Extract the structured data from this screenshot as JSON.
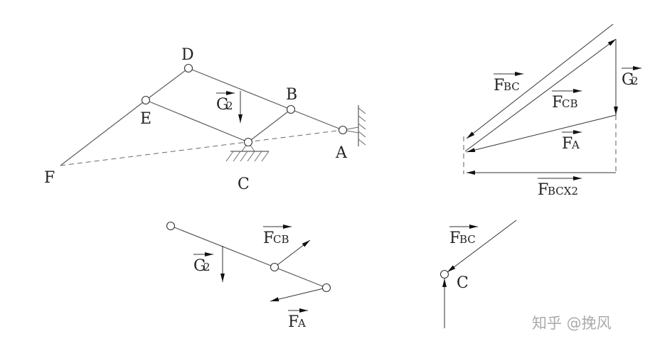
{
  "mechanism": {
    "points": {
      "D": "D",
      "E": "E",
      "B": "B",
      "A": "A",
      "C": "C",
      "F": "F"
    },
    "load": {
      "main": "G",
      "subscript": "2"
    }
  },
  "force_triangle": {
    "fbc": {
      "main": "F",
      "subscript": "BC"
    },
    "fcb": {
      "main": "F",
      "subscript": "CB"
    },
    "g2": {
      "main": "G",
      "subscript": "2"
    },
    "fa": {
      "main": "F",
      "subscript": "A"
    },
    "fbcx2": {
      "main": "F",
      "subscript": "BCX2"
    }
  },
  "member_fbd": {
    "fcb": {
      "main": "F",
      "subscript": "CB"
    },
    "g2": {
      "main": "G",
      "subscript": "2"
    },
    "fa": {
      "main": "F",
      "subscript": "A"
    }
  },
  "joint_c_fbd": {
    "fbc": {
      "main": "F",
      "subscript": "BC"
    },
    "point": "C"
  },
  "watermark": "知乎 @挽风"
}
